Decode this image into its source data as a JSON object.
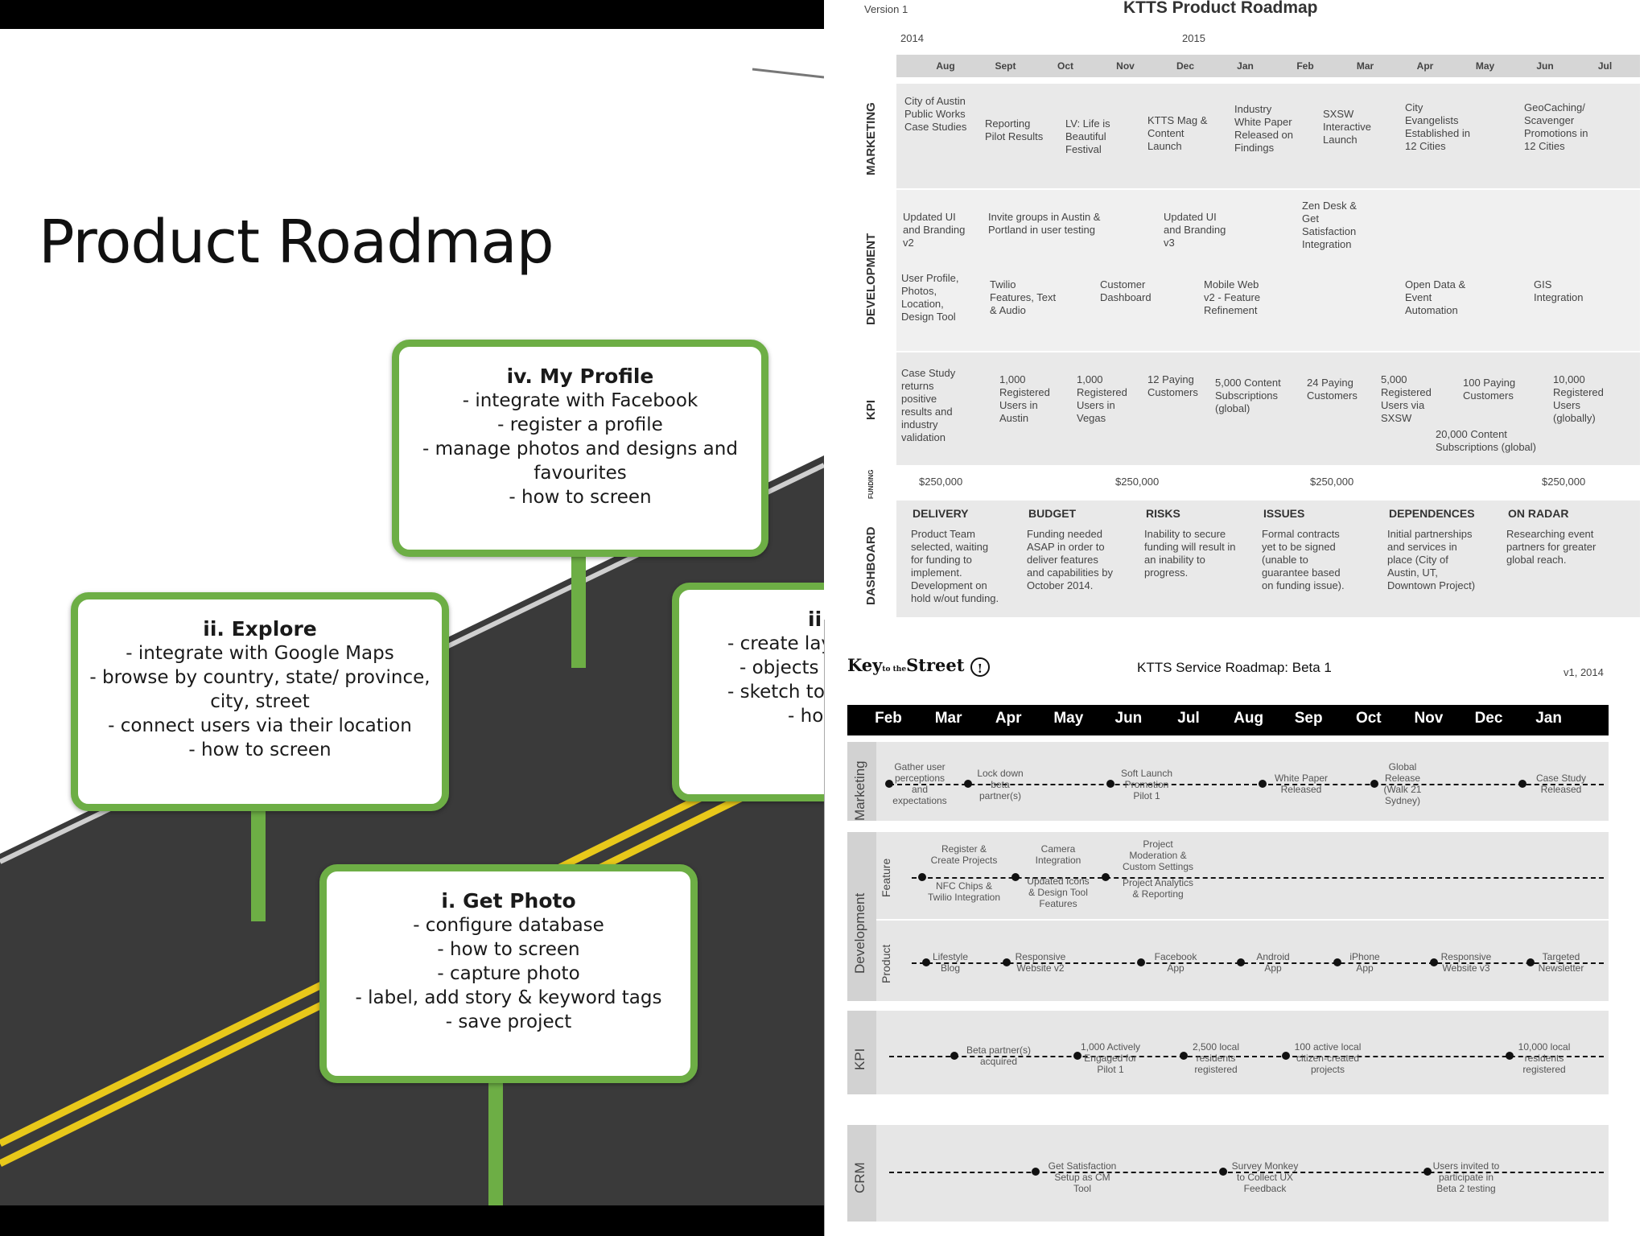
{
  "slide": {
    "title": "Product Roadmap",
    "signs": {
      "profile": {
        "heading": "iv. My Profile",
        "lines": [
          "- integrate with Facebook",
          "- register a profile",
          "- manage photos and designs and",
          "favourites",
          "- how to screen"
        ]
      },
      "explore": {
        "heading": "ii. Explore",
        "lines": [
          "- integrate with Google Maps",
          "- browse by country, state/ province,",
          "city, street",
          "- connect users via their location",
          "- how to screen"
        ]
      },
      "design": {
        "heading": "ii",
        "lines": [
          "- create lay",
          "- objects t",
          "- sketch too",
          "- ho"
        ]
      },
      "photo": {
        "heading": "i. Get Photo",
        "lines": [
          "- configure database",
          "- how to screen",
          "- capture photo",
          "- label, add story & keyword tags",
          "- save project"
        ]
      }
    }
  },
  "roadmap1": {
    "version": "Version 1",
    "title": "KTTS Product Roadmap",
    "years": [
      "2014",
      "2015"
    ],
    "months": [
      "Aug",
      "Sept",
      "Oct",
      "Nov",
      "Dec",
      "Jan",
      "Feb",
      "Mar",
      "Apr",
      "May",
      "Jun",
      "Jul"
    ],
    "rows": {
      "marketing": "MARKETING",
      "development": "DEVELOPMENT",
      "kpi": "KPI",
      "funding": "FUNDING",
      "dashboard": "DASHBOARD"
    },
    "marketing": [
      "City of Austin\nPublic Works\nCase Studies",
      "Reporting\nPilot Results",
      "LV: Life is\nBeautiful\nFestival",
      "KTTS Mag &\nContent\nLaunch",
      "Industry\nWhite Paper\nReleased on\nFindings",
      "SXSW\nInteractive\nLaunch",
      "City\nEvangelists\nEstablished in\n12 Cities",
      "GeoCaching/\nScavenger\nPromotions in\n12 Cities"
    ],
    "development_a": [
      "Updated UI\nand Branding\nv2",
      "Invite groups in Austin &\nPortland in user testing",
      "Updated UI\nand Branding\nv3",
      "Zen Desk &\nGet\nSatisfaction\nIntegration"
    ],
    "development_b": [
      "User Profile,\nPhotos,\nLocation,\nDesign Tool",
      "Twilio\nFeatures, Text\n& Audio",
      "Customer\nDashboard",
      "Mobile Web\nv2 - Feature\nRefinement",
      "Open Data &\nEvent\nAutomation",
      "GIS\nIntegration"
    ],
    "kpi": [
      "Case Study\nreturns\npositive\nresults and\nindustry\nvalidation",
      "1,000\nRegistered\nUsers in\nAustin",
      "1,000\nRegistered\nUsers in\nVegas",
      "12 Paying\nCustomers",
      "5,000 Content\nSubscriptions\n(global)",
      "24 Paying\nCustomers",
      "5,000\nRegistered\nUsers via\nSXSW",
      "100 Paying\nCustomers",
      "10,000\nRegistered\nUsers\n(globally)",
      "20,000 Content\nSubscriptions (global)"
    ],
    "funding": [
      "$250,000",
      "$250,000",
      "$250,000",
      "$250,000"
    ],
    "dashboard": [
      {
        "head": "DELIVERY",
        "text": "Product Team\nselected, waiting\nfor funding to\nimplement.\nDevelopment on\nhold w/out funding."
      },
      {
        "head": "BUDGET",
        "text": "Funding needed\nASAP in order to\ndeliver features\nand capabilities by\nOctober 2014."
      },
      {
        "head": "RISKS",
        "text": "Inability to secure\nfunding will result in\nan inability to\nprogress."
      },
      {
        "head": "ISSUES",
        "text": "Formal contracts\nyet to be signed\n(unable to\nguarantee based\non funding issue)."
      },
      {
        "head": "DEPENDENCES",
        "text": "Initial partnerships\nand services in\nplace (City of\nAustin, UT,\nDowntown Project)"
      },
      {
        "head": "ON RADAR",
        "text": "Researching event\npartners for greater\nglobal reach."
      }
    ]
  },
  "roadmap2": {
    "logo": {
      "key": "Key",
      "tothe": "to the",
      "street": "Street"
    },
    "title": "KTTS Service Roadmap: Beta 1",
    "version": "v1, 2014",
    "months": [
      "Feb",
      "Mar",
      "Apr",
      "May",
      "Jun",
      "Jul",
      "Aug",
      "Sep",
      "Oct",
      "Nov",
      "Dec",
      "Jan"
    ],
    "rows": {
      "marketing": "Marketing",
      "development": "Development",
      "feature": "Feature",
      "product": "Product",
      "kpi": "KPI",
      "crm": "CRM"
    },
    "marketing": [
      "Gather user\nperceptions\nand\nexpectations",
      "Lock down\nbeta\npartner(s)",
      "Soft Launch\nPromotion\nPilot 1",
      "White Paper\nReleased",
      "Global\nRelease\n(Walk 21\nSydney)",
      "Case Study\nReleased"
    ],
    "feature": [
      "Register &\nCreate Projects",
      "NFC Chips &\nTwilio Integration",
      "Camera\nIntegration",
      "Updated Icons\n& Design Tool\nFeatures",
      "Project\nModeration &\nCustom Settings",
      "Project Analytics\n& Reporting"
    ],
    "product": [
      "Lifestyle\nBlog",
      "Responsive\nWebsite v2",
      "Facebook\nApp",
      "Android\nApp",
      "iPhone\nApp",
      "Responsive\nWebsite v3",
      "Targeted\nNewsletter"
    ],
    "kpi": [
      "Beta partner(s)\nacquired",
      "1,000 Actively\nEngaged for\nPilot 1",
      "2,500 local\nresidents\nregistered",
      "100 active local\ncitizen-created\nprojects",
      "10,000 local\nresidents\nregistered"
    ],
    "crm": [
      "Get Satisfaction\nSetup as CM\nTool",
      "Survey Monkey\nto Collect UX\nFeedback",
      "Users invited to\nparticipate in\nBeta 2 testing"
    ]
  }
}
